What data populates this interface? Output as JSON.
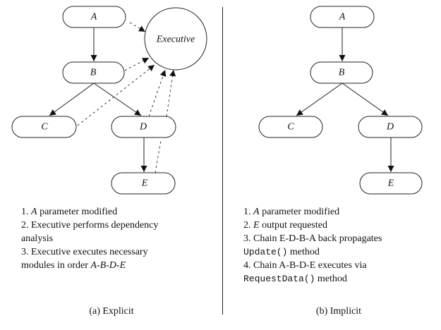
{
  "panels": [
    {
      "caption": "(a) Explicit",
      "nodes": {
        "A": "A",
        "B": "B",
        "C": "C",
        "D": "D",
        "E": "E",
        "executive": "Executive"
      },
      "steps": [
        {
          "num": "1. ",
          "italic": "A",
          "text": " parameter modified"
        },
        {
          "num": "2. ",
          "text": "Executive performs dependency"
        },
        {
          "text": "analysis"
        },
        {
          "num": "3. ",
          "text": "Executive executes necessary"
        },
        {
          "text": "modules in order ",
          "italic": "A-B-D-E"
        }
      ]
    },
    {
      "caption": "(b) Implicit",
      "nodes": {
        "A": "A",
        "B": "B",
        "C": "C",
        "D": "D",
        "E": "E"
      },
      "steps": [
        {
          "num": "1. ",
          "italic": "A",
          "text": " parameter modified"
        },
        {
          "num": "2. ",
          "italic": "E",
          "text": " output requested"
        },
        {
          "num": "3. ",
          "text": "Chain E-D-B-A back propagates"
        },
        {
          "mono": "Update()",
          "text": " method"
        },
        {
          "num": "4. ",
          "text": "Chain A-B-D-E executes via"
        },
        {
          "mono": "RequestData()",
          "text": " method"
        }
      ]
    }
  ]
}
